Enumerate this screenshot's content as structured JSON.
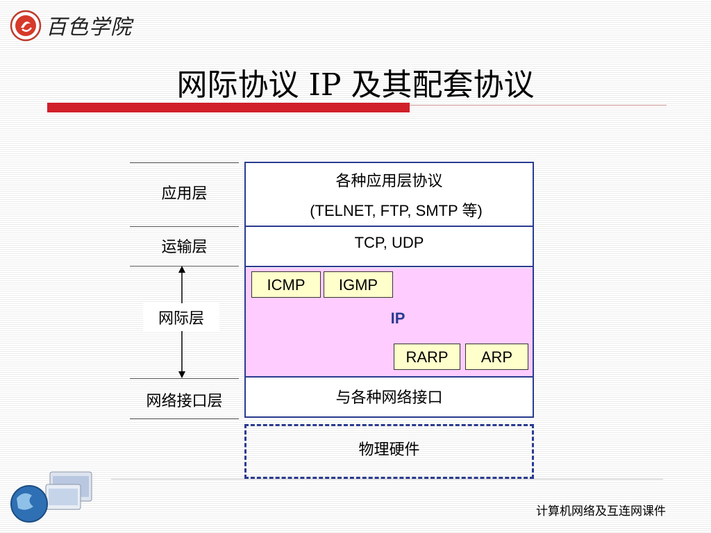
{
  "header": {
    "logo_text": "百色学院"
  },
  "title": "网际协议 IP 及其配套协议",
  "layers": {
    "application": "应用层",
    "transport": "运输层",
    "internet": "网际层",
    "network_interface": "网络接口层"
  },
  "stack": {
    "application_line1": "各种应用层协议",
    "application_line2": "(TELNET, FTP, SMTP 等)",
    "transport": "TCP, UDP",
    "icmp": "ICMP",
    "igmp": "IGMP",
    "ip": "IP",
    "rarp": "RARP",
    "arp": "ARP",
    "network_interface": "与各种网络接口",
    "physical": "物理硬件"
  },
  "footer": {
    "course": "计算机网络及互连网课件"
  },
  "colors": {
    "accent_red": "#d0202a",
    "stack_border": "#2a3b8f",
    "ip_zone": "#ffccff",
    "protocol_box": "#ffffcc"
  }
}
